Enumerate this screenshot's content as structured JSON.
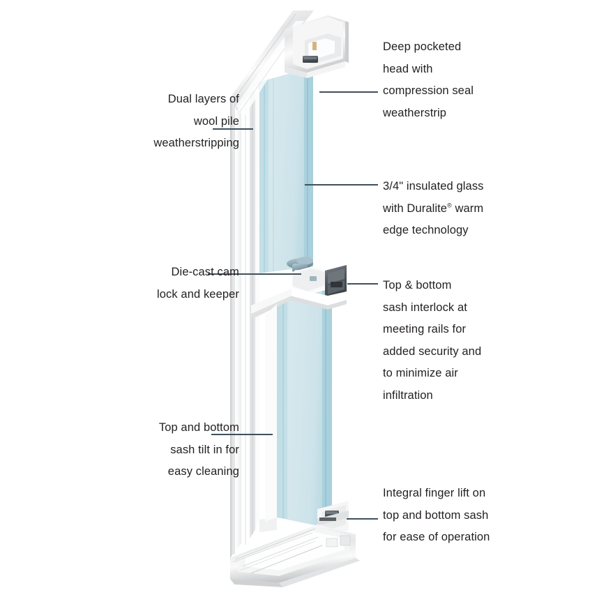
{
  "diagram": {
    "title": "Double-hung vinyl window cutaway",
    "background_color": "#ffffff",
    "text_color": "#231f20",
    "leader_line_color": "#3f505c",
    "glass_color": "#cfe3e9",
    "glass_edge_color": "#8fc0cc",
    "frame_color": "#f2f2f2",
    "frame_shade_color": "#c9cbcd",
    "hardware_color": "#8fa8b4",
    "interlock_color": "#5c6368"
  },
  "callouts": {
    "head": {
      "name": "deep-pocketed-head",
      "text": "Deep pocketed\nhead with\ncompression seal\nweatherstrip",
      "side": "right"
    },
    "glass": {
      "name": "insulated-glass",
      "text_before": "3/4\" insulated glass\nwith Duralite",
      "reg_mark": "®",
      "text_after": " warm\nedge technology",
      "side": "right"
    },
    "interlock": {
      "name": "sash-interlock",
      "text": "Top & bottom\nsash interlock at\nmeeting rails for\nadded security and\nto minimize air\ninfiltration",
      "side": "right"
    },
    "finger_lift": {
      "name": "integral-finger-lift",
      "text": "Integral finger lift on\ntop and bottom sash\nfor ease of operation",
      "side": "right"
    },
    "wool_pile": {
      "name": "wool-pile-weatherstripping",
      "text": "Dual layers of\nwool pile\nweatherstripping",
      "side": "left"
    },
    "cam_lock": {
      "name": "die-cast-cam-lock",
      "text": "Die-cast cam\nlock and keeper",
      "side": "left"
    },
    "tilt_in": {
      "name": "sash-tilt-in",
      "text": "Top and bottom\nsash tilt in for\neasy cleaning",
      "side": "left"
    }
  }
}
